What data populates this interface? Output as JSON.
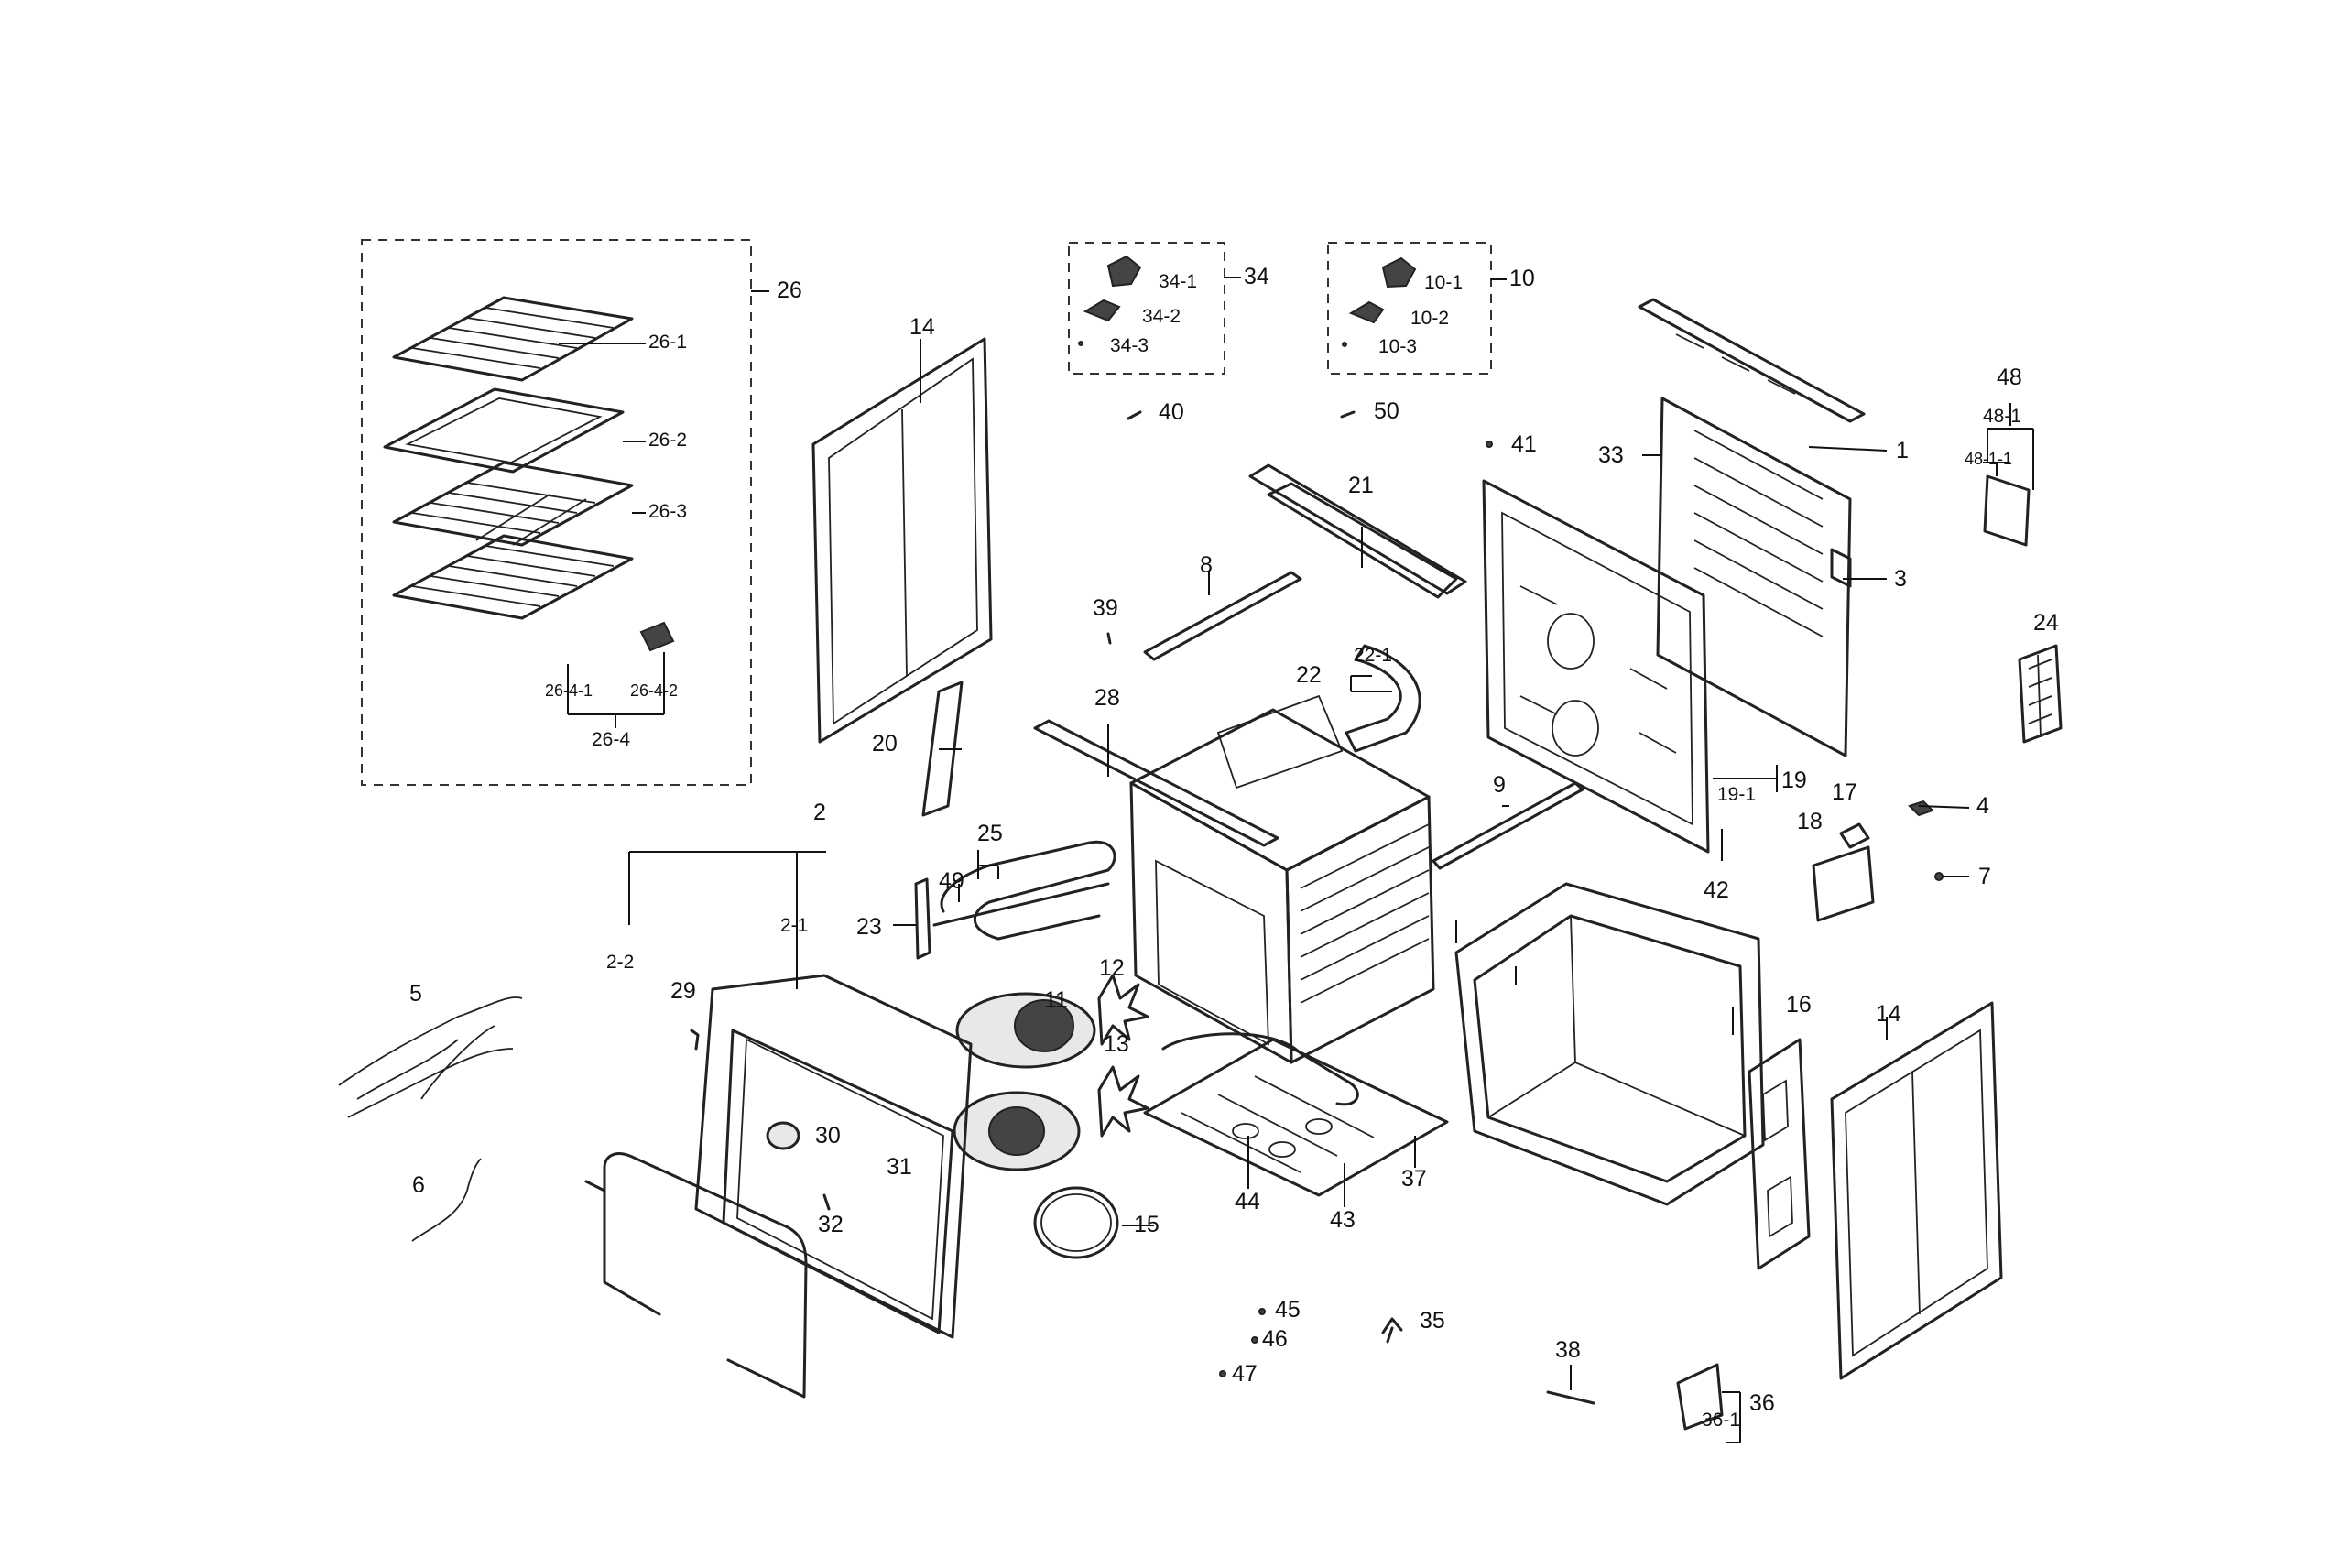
{
  "labels": {
    "l1": "1",
    "l2": "2",
    "l2_1": "2-1",
    "l2_2": "2-2",
    "l3": "3",
    "l4": "4",
    "l5": "5",
    "l6": "6",
    "l7": "7",
    "l8": "8",
    "l9": "9",
    "l10": "10",
    "l10_1": "10-1",
    "l10_2": "10-2",
    "l10_3": "10-3",
    "l11": "11",
    "l12": "12",
    "l13": "13",
    "l14a": "14",
    "l14b": "14",
    "l15": "15",
    "l16": "16",
    "l17": "17",
    "l18": "18",
    "l19": "19",
    "l19_1": "19-1",
    "l20": "20",
    "l21": "21",
    "l22": "22",
    "l22_1": "22-1",
    "l23": "23",
    "l24": "24",
    "l25": "25",
    "l26": "26",
    "l26_1": "26-1",
    "l26_2": "26-2",
    "l26_3": "26-3",
    "l26_4": "26-4",
    "l26_4_1": "26-4-1",
    "l26_4_2": "26-4-2",
    "l28": "28",
    "l29": "29",
    "l30": "30",
    "l31": "31",
    "l32": "32",
    "l33": "33",
    "l34": "34",
    "l34_1": "34-1",
    "l34_2": "34-2",
    "l34_3": "34-3",
    "l35": "35",
    "l36": "36",
    "l36_1": "36-1",
    "l37": "37",
    "l38": "38",
    "l39": "39",
    "l40": "40",
    "l41": "41",
    "l42": "42",
    "l43": "43",
    "l44": "44",
    "l45": "45",
    "l46": "46",
    "l47": "47",
    "l48": "48",
    "l48_1": "48-1",
    "l48_1_1": "48-1-1",
    "l49": "49",
    "l50": "50"
  }
}
